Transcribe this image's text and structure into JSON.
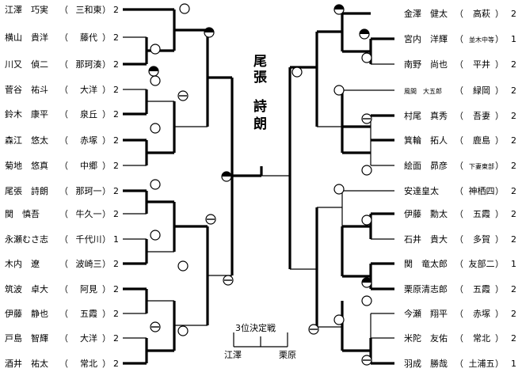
{
  "left_players": [
    {
      "name": "江澤　巧実",
      "school": "三和東",
      "seed": "2"
    },
    {
      "name": "横山　貴洋",
      "school": "藤代",
      "seed": "2"
    },
    {
      "name": "川又　偵二",
      "school": "那珂湊",
      "seed": "2"
    },
    {
      "name": "菅谷　祐斗",
      "school": "大洋",
      "seed": "2"
    },
    {
      "name": "鈴木　康平",
      "school": "泉丘",
      "seed": "2"
    },
    {
      "name": "森江　悠太",
      "school": "赤塚",
      "seed": "2"
    },
    {
      "name": "菊地　悠真",
      "school": "中郷",
      "seed": "2"
    },
    {
      "name": "尾張　詩朗",
      "school": "那珂一",
      "seed": "2"
    },
    {
      "name": "関　慎吾",
      "school": "牛久一",
      "seed": "2"
    },
    {
      "name": "永瀬むさ志",
      "school": "千代川",
      "seed": "1"
    },
    {
      "name": "木内　遼",
      "school": "波崎三",
      "seed": "2"
    },
    {
      "name": "筑波　卓大",
      "school": "阿見",
      "seed": "2"
    },
    {
      "name": "伊藤　静也",
      "school": "五霞",
      "seed": "2"
    },
    {
      "name": "戸島　智輝",
      "school": "大洋",
      "seed": "2"
    },
    {
      "name": "酒井　祐太",
      "school": "常北",
      "seed": "2"
    }
  ],
  "right_players": [
    {
      "name": "金澤　健太",
      "school": "高萩",
      "seed": "2"
    },
    {
      "name": "宮内　洋輝",
      "school": "並木中等",
      "seed": "1"
    },
    {
      "name": "南野　尚也",
      "school": "平井",
      "seed": "2"
    },
    {
      "name": "風間　大五郎",
      "school": "緑岡",
      "seed": "2"
    },
    {
      "name": "村尾　真秀",
      "school": "吾妻",
      "seed": "2"
    },
    {
      "name": "箕輪　拓人",
      "school": "鹿島",
      "seed": "2"
    },
    {
      "name": "絵面　昴彦",
      "school": "下妻東部",
      "seed": "2"
    },
    {
      "name": "安達皇太",
      "school": "神栖四",
      "seed": "2"
    },
    {
      "name": "伊藤　勳太",
      "school": "五霞",
      "seed": "2"
    },
    {
      "name": "石井　貴大",
      "school": "多賀",
      "seed": "2"
    },
    {
      "name": "関　竜太郎",
      "school": "友部二",
      "seed": "1"
    },
    {
      "name": "栗原清志郎",
      "school": "五霞",
      "seed": "2"
    },
    {
      "name": "今瀬　翔平",
      "school": "赤塚",
      "seed": "2"
    },
    {
      "name": "米陀　友佑",
      "school": "常北",
      "seed": "2"
    },
    {
      "name": "羽成　勝哉",
      "school": "土浦五",
      "seed": "1"
    }
  ],
  "champion": {
    "chars": [
      "尾",
      "張",
      "詩",
      "朗"
    ]
  },
  "third_place": {
    "label": "3位決定戦",
    "left": "江澤",
    "right": "栗原"
  }
}
